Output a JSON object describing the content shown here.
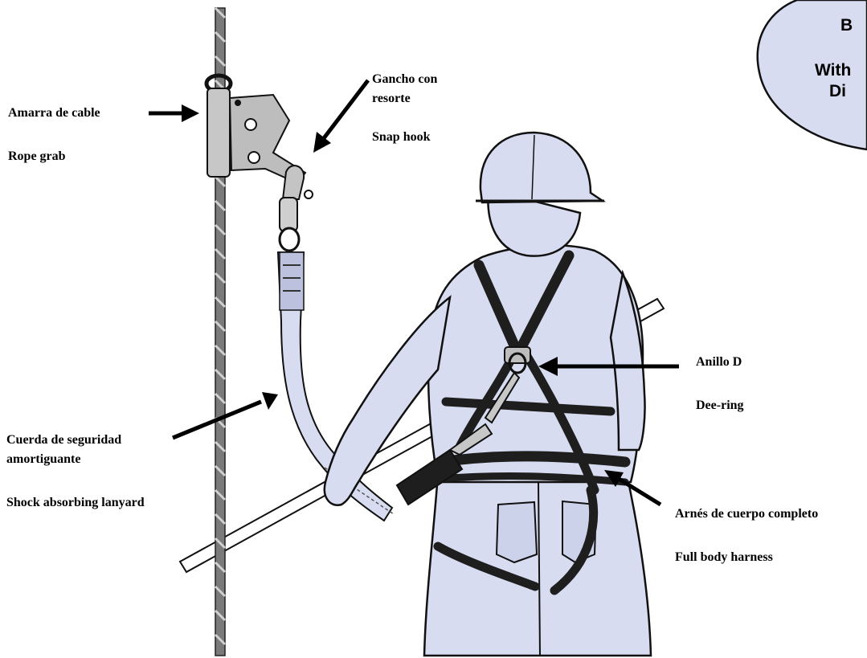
{
  "labels": {
    "rope_grab_es": "Amarra de cable",
    "rope_grab_en": "Rope grab",
    "snap_hook_es_1": "Gancho con",
    "snap_hook_es_2": "resorte",
    "snap_hook_en": "Snap hook",
    "dee_ring_es": "Anillo D",
    "dee_ring_en": "Dee-ring",
    "lanyard_es_1": "Cuerda de seguridad",
    "lanyard_es_2": "amortiguante",
    "lanyard_en": "Shock absorbing lanyard",
    "harness_es": "Arnés de cuerpo completo",
    "harness_en": "Full body harness"
  },
  "callout": {
    "line1": "B",
    "line2": "With",
    "line3": "Di"
  },
  "colors": {
    "fill": "#d7dcf0",
    "strap": "#1e1e1e",
    "outline": "#111111",
    "metal": "#b9b9b9"
  }
}
